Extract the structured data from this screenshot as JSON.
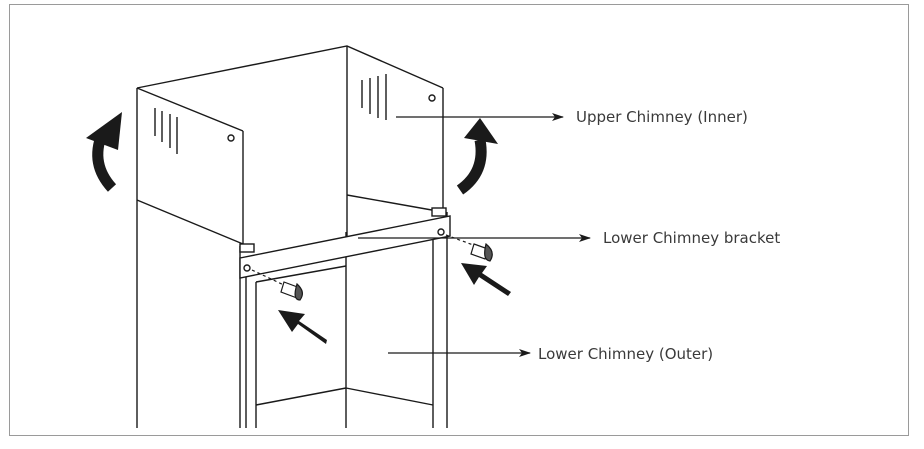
{
  "labels": {
    "upper_chimney": "Upper Chimney (Inner)",
    "lower_bracket": "Lower Chimney bracket",
    "lower_chimney": "Lower Chimney (Outer)"
  },
  "colors": {
    "line": "#1a1a1a",
    "label_text": "#3a3a3a",
    "frame": "#9a9a9a"
  }
}
